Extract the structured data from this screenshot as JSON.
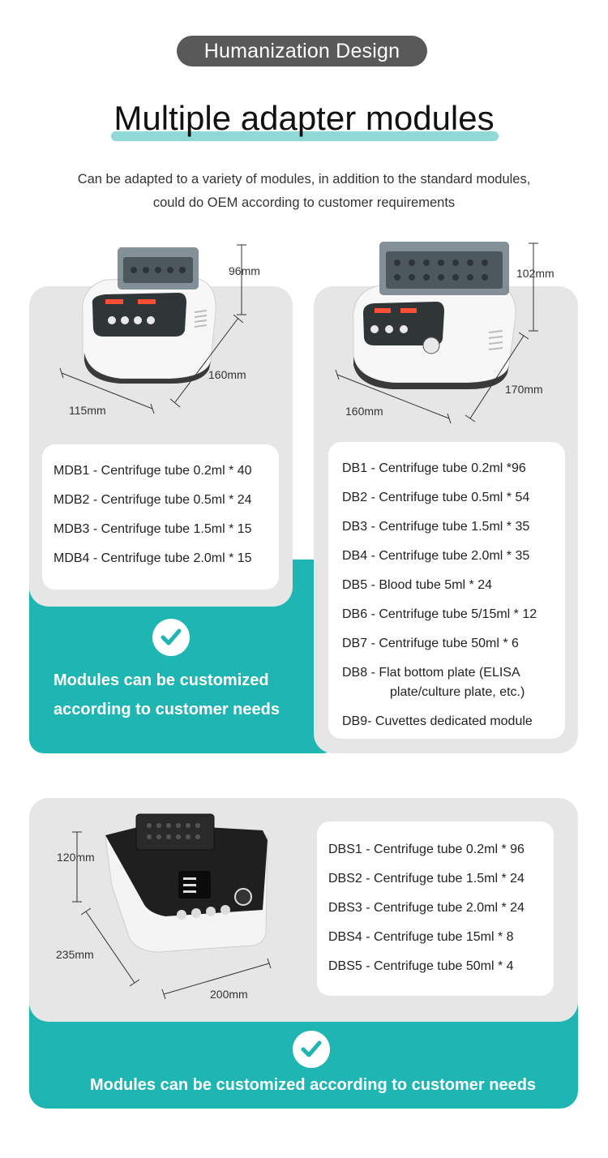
{
  "header": {
    "pill_label": "Humanization Design",
    "title": "Multiple adapter modules",
    "subtitle_line1": "Can be adapted to a variety of modules, in addition to the standard modules,",
    "subtitle_line2": "could do OEM according to customer requirements"
  },
  "device_small": {
    "height": "96mm",
    "depth": "160mm",
    "width": "115mm",
    "modules": [
      "MDB1 - Centrifuge tube 0.2ml  * 40",
      "MDB2 - Centrifuge tube 0.5ml  * 24",
      "MDB3 - Centrifuge tube 1.5ml  * 15",
      "MDB4 - Centrifuge tube 2.0ml  * 15"
    ]
  },
  "device_large": {
    "height": "102mm",
    "depth": "170mm",
    "width": "160mm",
    "modules": [
      "DB1 - Centrifuge tube 0.2ml *96",
      "DB2 - Centrifuge tube 0.5ml  * 54",
      "DB3 - Centrifuge tube 1.5ml  * 35",
      "DB4 - Centrifuge tube 2.0ml  * 35",
      "DB5 - Blood tube 5ml  * 24",
      "DB6 - Centrifuge tube 5/15ml * 12",
      "DB7 - Centrifuge tube 50ml  * 6",
      "DB8 -   Flat bottom plate (ELISA",
      "plate/culture plate, etc.)",
      "DB9- Cuvettes dedicated module"
    ]
  },
  "customize_top": {
    "line1": "Modules can be customized",
    "line2": "according to customer needs"
  },
  "device_shaker": {
    "height": "120mm",
    "depth": "235mm",
    "width": "200mm",
    "modules": [
      "DBS1 - Centrifuge tube 0.2ml  * 96",
      "DBS2 - Centrifuge tube 1.5ml  * 24",
      "DBS3 - Centrifuge tube 2.0ml  * 24",
      "DBS4 - Centrifuge tube 15ml  * 8",
      "DBS5 - Centrifuge tube 50ml  * 4"
    ]
  },
  "customize_bottom": {
    "line": "Modules can be customized according to customer needs"
  },
  "colors": {
    "teal": "#1fb5b3",
    "panel_grey": "#e6e6e6",
    "pill": "#595959",
    "underline": "#8fd9d6"
  }
}
